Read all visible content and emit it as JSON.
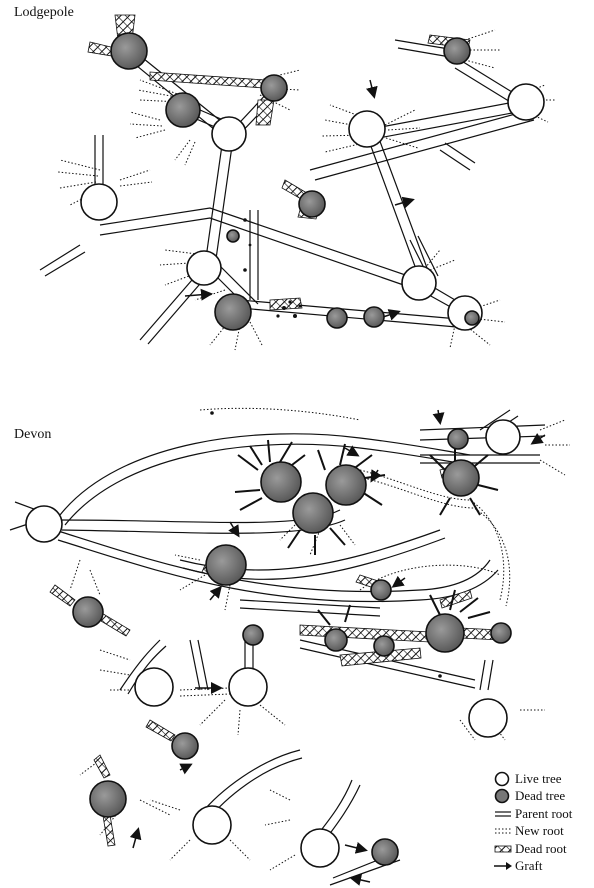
{
  "sites": [
    {
      "name": "Lodgepole"
    },
    {
      "name": "Devon"
    }
  ],
  "legend": {
    "items": [
      {
        "label": "Live tree",
        "icon": "live-tree-circle"
      },
      {
        "label": "Dead tree",
        "icon": "dead-tree-circle"
      },
      {
        "label": "Parent root",
        "icon": "parent-root-lines"
      },
      {
        "label": "New root",
        "icon": "new-root-dotted-lines"
      },
      {
        "label": "Dead root",
        "icon": "dead-root-hatch"
      },
      {
        "label": "Graft",
        "icon": "graft-arrow"
      }
    ]
  },
  "colors": {
    "ink": "#111111",
    "live_fill": "#ffffff",
    "dead_fill": "#777777"
  }
}
